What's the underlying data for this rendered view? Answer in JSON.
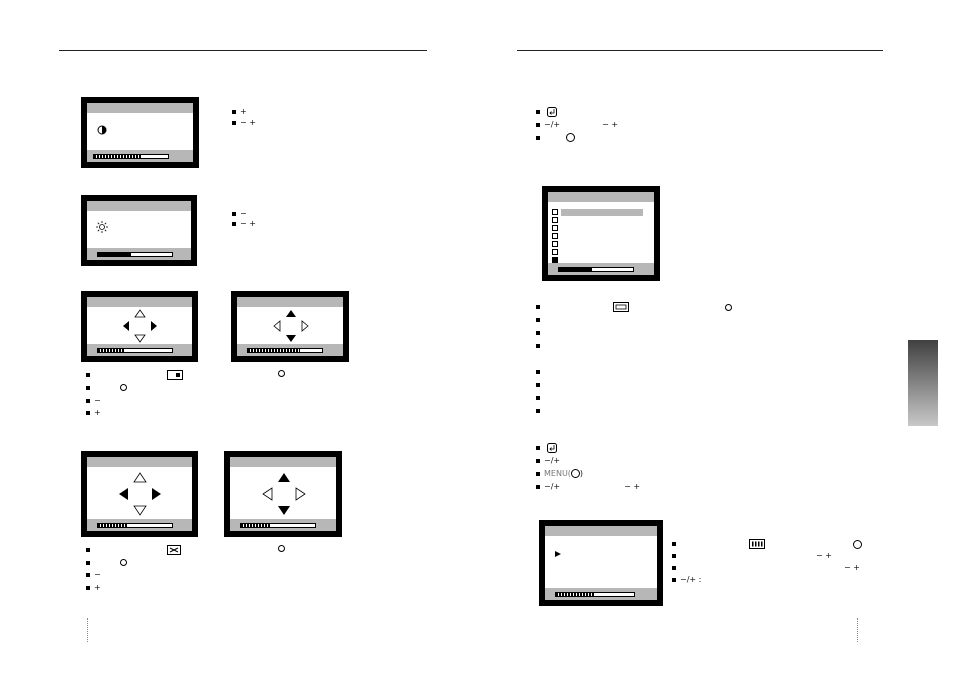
{
  "colors": {
    "osd_frame": "#000000",
    "osd_band": "#b7b7b7",
    "tab_dark": "#404040",
    "tab_light": "#c8c8c8"
  },
  "left_page": {
    "contrast_text": {
      "line1": "+",
      "line2": "−  +"
    },
    "brightness_text": {
      "line1": "−",
      "line2": "−  +"
    },
    "position_notes": [
      {
        "icon": "h-position-icon",
        "circle": true
      },
      {
        "circle": true
      },
      {
        "text": "−"
      },
      {
        "text": "+"
      }
    ],
    "position_right_note": {
      "circle": true
    },
    "size_notes": [
      {
        "icon": "size-icon",
        "circle": true
      },
      {
        "circle": true
      },
      {
        "text": "−"
      },
      {
        "text": "+"
      }
    ],
    "size_right_note": {
      "circle": true
    }
  },
  "right_page": {
    "top_notes": [
      {
        "icon": "enter-icon"
      },
      {
        "text": "−/+",
        "text2": "−  +"
      },
      {
        "circle": true
      }
    ],
    "menu_bullets": [
      {
        "icon": "frame-icon",
        "circle": true
      },
      {},
      {},
      {},
      {},
      {},
      {},
      {}
    ],
    "mid_notes": [
      {
        "icon": "enter-icon"
      },
      {
        "text": "−/+"
      },
      {
        "text": "MENU(",
        "text2": ")"
      },
      {
        "text": "−/+",
        "text3": "−  +"
      }
    ],
    "bottom_notes": [
      {
        "icon": "bars-icon",
        "circle": true
      },
      {
        "text": "−  +"
      },
      {
        "text": "−  +"
      },
      {
        "text": "−/+ :"
      }
    ]
  },
  "osd_levels": {
    "contrast": 0.65,
    "brightness": 0.45,
    "h_position": 0.35,
    "v_position": 0.7,
    "h_size": 0.4,
    "v_size": 0.4,
    "menu": 0.45,
    "sub_menu": 0.5
  }
}
